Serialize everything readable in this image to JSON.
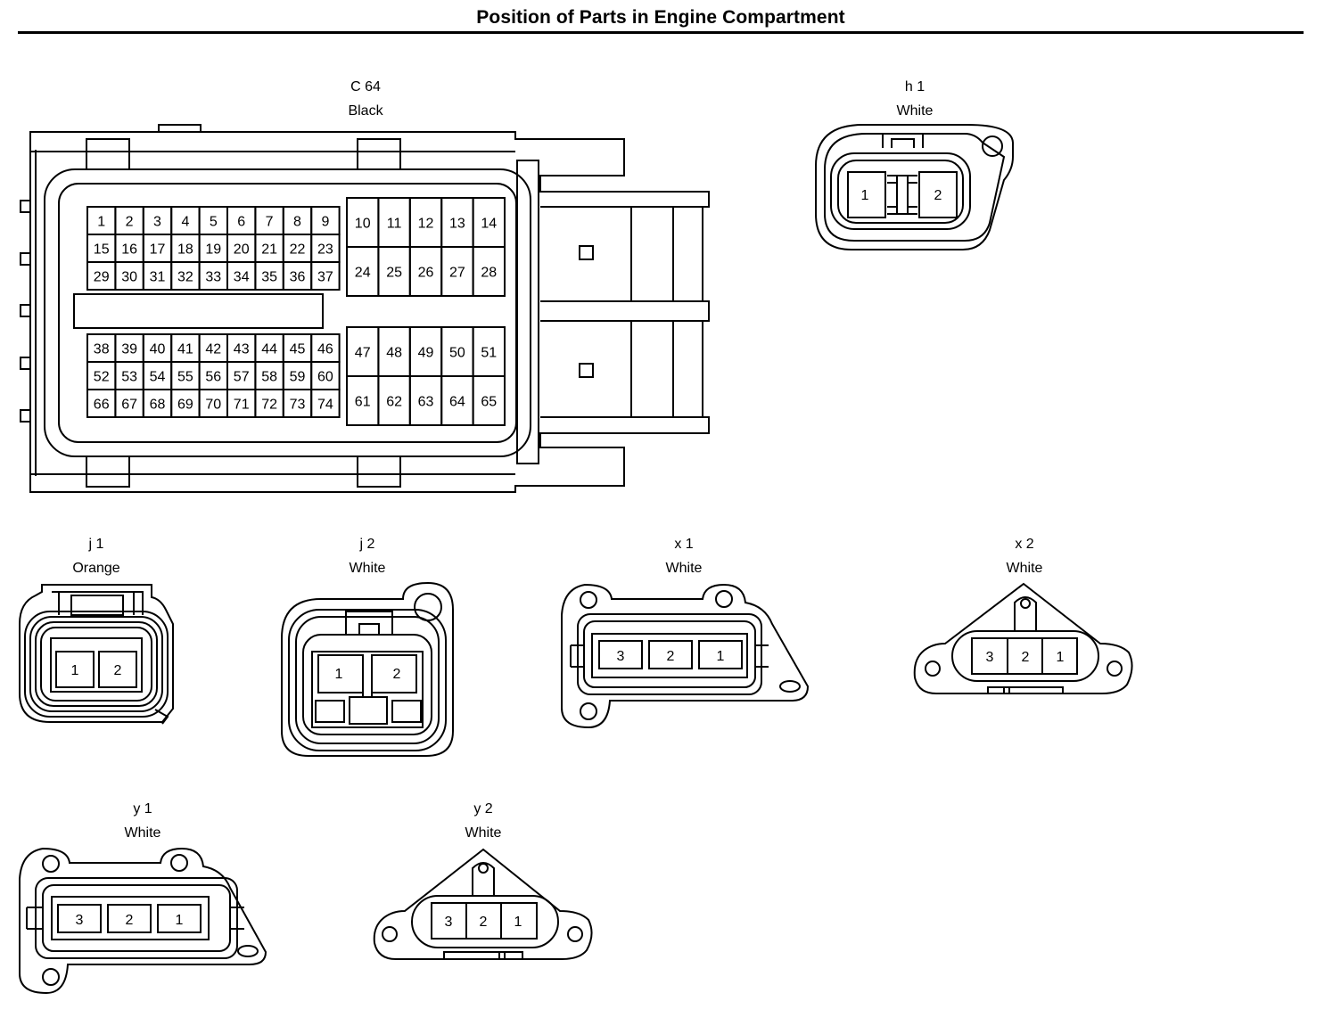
{
  "title": "Position of Parts in Engine Compartment",
  "connectors": [
    {
      "id": "C 64",
      "color": "Black",
      "pins": 74
    },
    {
      "id": "h 1",
      "color": "White",
      "pins": [
        "1",
        "2"
      ]
    },
    {
      "id": "j 1",
      "color": "Orange",
      "pins": [
        "1",
        "2"
      ]
    },
    {
      "id": "j 2",
      "color": "White",
      "pins": [
        "1",
        "2"
      ]
    },
    {
      "id": "x 1",
      "color": "White",
      "pins": [
        "3",
        "2",
        "1"
      ]
    },
    {
      "id": "x 2",
      "color": "White",
      "pins": [
        "3",
        "2",
        "1"
      ]
    },
    {
      "id": "y 1",
      "color": "White",
      "pins": [
        "3",
        "2",
        "1"
      ]
    },
    {
      "id": "y 2",
      "color": "White",
      "pins": [
        "3",
        "2",
        "1"
      ]
    }
  ]
}
